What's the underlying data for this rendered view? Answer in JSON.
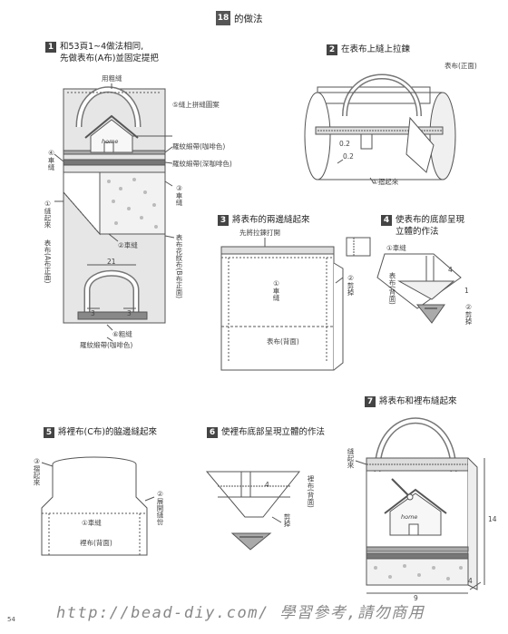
{
  "header": {
    "number": "18",
    "title": "的做法"
  },
  "page_number": "54",
  "watermark": "http://bead-diy.com/ 學習參考,請勿商用",
  "steps": {
    "s1": {
      "num": "1",
      "line1": "和53頁1~4做法相同,",
      "line2": "先做表布(A布)並固定提把"
    },
    "s2": {
      "num": "2",
      "title": "在表布上縫上拉鍊"
    },
    "s3": {
      "num": "3",
      "title": "將表布的兩邊縫起來"
    },
    "s4": {
      "num": "4",
      "line1": "使表布的底部呈現",
      "line2": "立體的作法"
    },
    "s5": {
      "num": "5",
      "title": "將裡布(C布)的脇邊縫起來"
    },
    "s6": {
      "num": "6",
      "title": "使裡布底部呈現立體的作法"
    },
    "s7": {
      "num": "7",
      "title": "將表布和裡布縫起來"
    }
  },
  "labels": {
    "s1": {
      "sewing_rough": "用粗縫",
      "sew_patchwork": "⑤縫上拼縫圖案",
      "ribbon_coffee": "羅紋緞帶(咖啡色)",
      "ribbon_dark": "羅紋緞帶(深咖啡色)",
      "sew3": "③車縫",
      "sew4": "④車縫",
      "sew1_fold": "①縫起來",
      "outer_a": "表布(A布正面)",
      "sew2": "②車縫",
      "outer_b": "表布花紋布(B布正面)",
      "house_text": "home",
      "num21": "21",
      "num3a": "3",
      "num3b": "3",
      "rough6": "⑥粗縫",
      "ribbon_bottom": "羅紋緞帶(咖啡色)"
    },
    "s2": {
      "outer_front": "表布(正面)",
      "n02a": "0.2",
      "n02b": "0.2",
      "fold_sew": "①摺起來"
    },
    "s3": {
      "zipper_open": "先將拉鍊打開",
      "sew1": "①車縫",
      "cut2": "②剪掉",
      "outer_back": "表布(背面)"
    },
    "s4": {
      "sew1": "①車縫",
      "n4": "4",
      "n1": "1",
      "outer_back": "表布(背面)",
      "cut2": "②剪掉"
    },
    "s5": {
      "fold3": "③摺起來",
      "open2": "②展開縫份",
      "sew1": "①車縫",
      "lining_back": "裡布(背面)"
    },
    "s6": {
      "n4": "4",
      "lining_back": "裡布(背面)",
      "cut": "剪掉"
    },
    "s7": {
      "sew": "縫起來",
      "house_text": "home",
      "n14": "14",
      "n9": "9",
      "n4": "4"
    }
  },
  "colors": {
    "line": "#555555",
    "fill_light": "#e8e8e8",
    "fill_mid": "#cfcfcf",
    "badge": "#444444"
  }
}
